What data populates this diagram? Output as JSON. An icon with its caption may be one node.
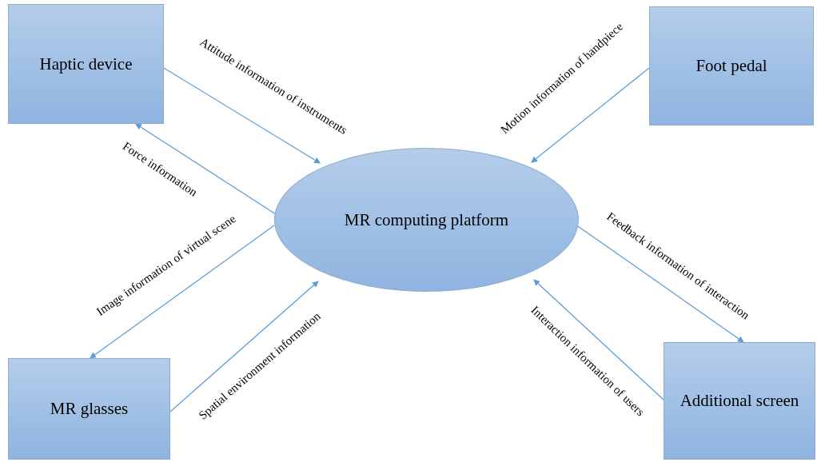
{
  "diagram": {
    "nodes": [
      {
        "text": [
          "Haptic device"
        ]
      },
      {
        "text": [
          "Foot pedal"
        ]
      },
      {
        "text": [
          "MR computing platform"
        ]
      },
      {
        "text": [
          "MR glasses"
        ]
      },
      {
        "text": [
          "Additional screen"
        ]
      }
    ],
    "edges": [
      {
        "from": 0,
        "to": 2,
        "arrow": "to",
        "label": "Attitude information of instruments"
      },
      {
        "from": 1,
        "to": 2,
        "arrow": "to",
        "label": "Motion information of handpiece"
      },
      {
        "from": 2,
        "to": 0,
        "arrow": "to",
        "label": "Force information"
      },
      {
        "from": 2,
        "to": 3,
        "arrow": "to",
        "label": "Image information of virtual scene"
      },
      {
        "from": 3,
        "to": 2,
        "arrow": "to",
        "label": "Spatial environment information"
      },
      {
        "from": 2,
        "to": 4,
        "arrow": "to",
        "label": "Feedback information of interaction"
      },
      {
        "from": 4,
        "to": 2,
        "arrow": "to",
        "label": "Interaction information of users"
      }
    ]
  }
}
